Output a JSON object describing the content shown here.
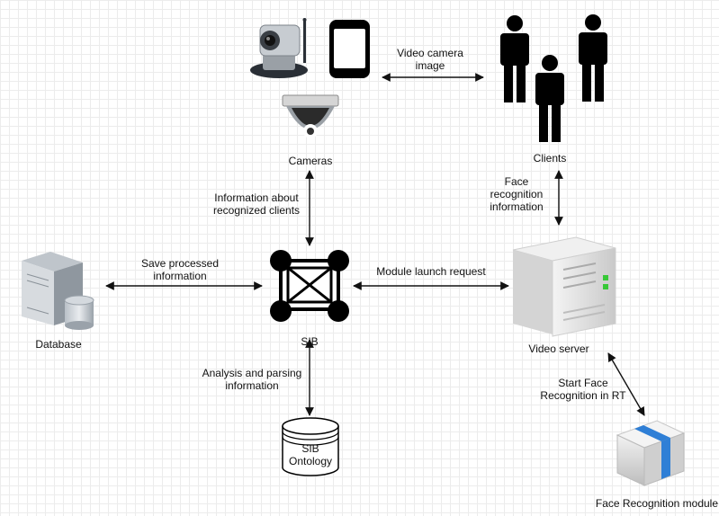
{
  "nodes": {
    "cameras": {
      "label": "Cameras",
      "icons": [
        "ip-camera-icon",
        "smartphone-icon",
        "dome-camera-icon"
      ]
    },
    "clients": {
      "label": "Clients",
      "icons": [
        "person-icon",
        "person-icon",
        "person-icon"
      ]
    },
    "database": {
      "label": "Database",
      "icons": [
        "server-tower-icon",
        "database-cylinder-icon"
      ]
    },
    "sib": {
      "label": "SIB",
      "icons": [
        "sib-hub-icon"
      ]
    },
    "video_server": {
      "label": "Video server",
      "icons": [
        "server-tower-icon"
      ]
    },
    "ontology": {
      "label": "SIB\nOntology",
      "icons": [
        "database-cylinder-icon"
      ]
    },
    "face_module": {
      "label": "Face Recognition module",
      "icons": [
        "module-box-icon"
      ]
    }
  },
  "edges": {
    "video_camera_image": "Video camera\nimage",
    "face_recognition_info": "Face\nrecognition\ninformation",
    "info_recognized_clients": "Information about\nrecognized clients",
    "save_processed_info": "Save processed\ninformation",
    "module_launch_request": "Module launch request",
    "analysis_parsing_info": "Analysis and parsing\ninformation",
    "start_face_recognition": "Start Face\nRecognition in RT"
  },
  "colors": {
    "arrow": "#111111",
    "icon_black": "#000000",
    "server_light": "#e8e8e8",
    "server_mid": "#cfcfcf",
    "module_blue": "#2f7fd6",
    "led_green": "#37c837"
  }
}
